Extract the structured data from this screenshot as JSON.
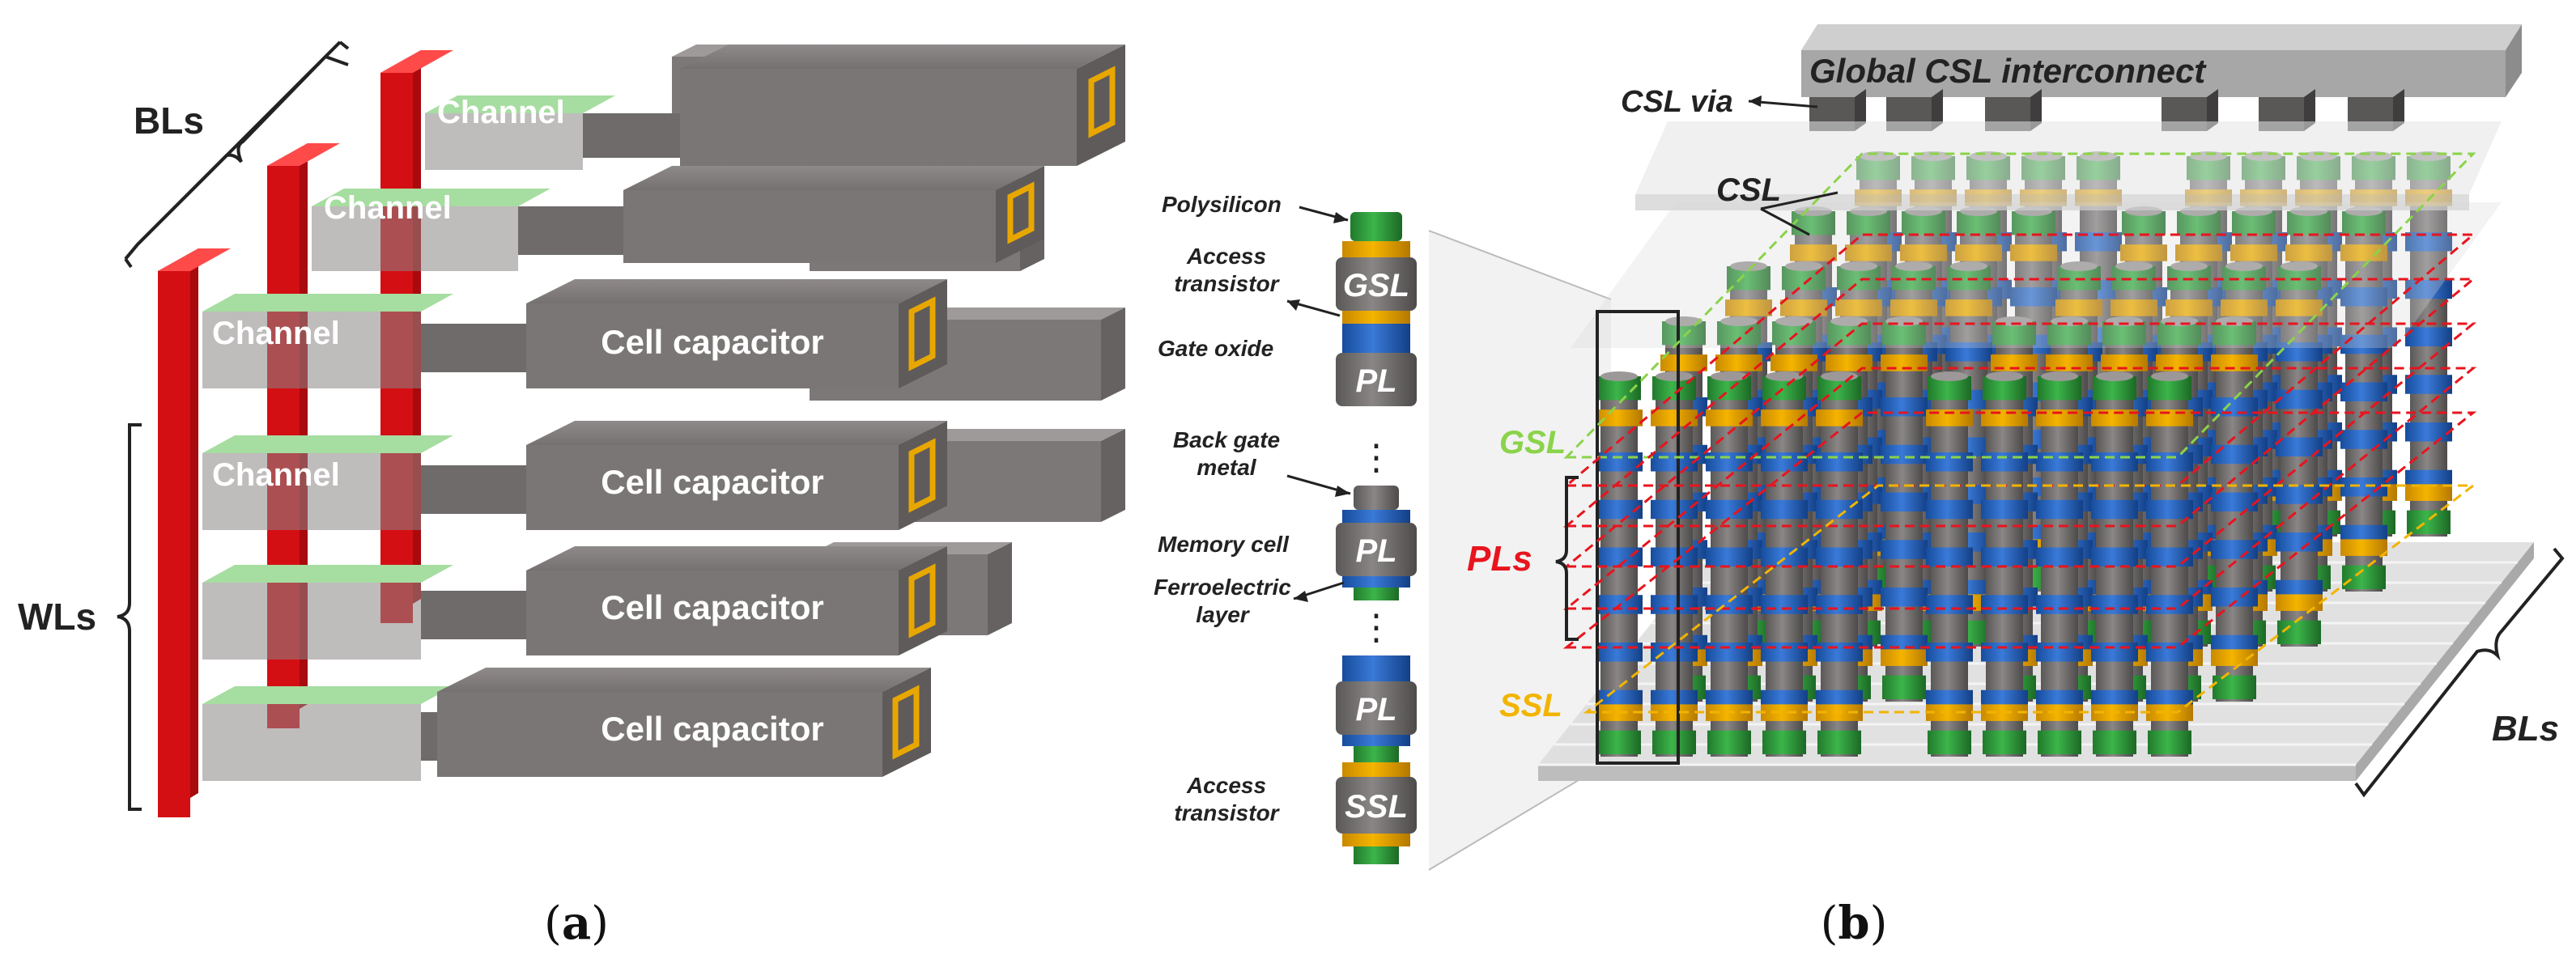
{
  "panel_a": {
    "bls_label": "BLs",
    "wls_label": "WLs",
    "channel_label": "Channel",
    "capacitor_label": "Cell capacitor",
    "caption": "(a)"
  },
  "stack": {
    "polysilicon": "Polysilicon",
    "access_transistor": "Access transistor",
    "gsl": "GSL",
    "gate_oxide": "Gate oxide",
    "pl": "PL",
    "back_gate_metal": "Back gate metal",
    "memory_cell": "Memory cell",
    "ferroelectric_layer": "Ferroelectric layer",
    "ssl": "SSL",
    "ellipsis": "⋮"
  },
  "panel_b": {
    "global_csl": "Global CSL interconnect",
    "csl_via": "CSL via",
    "csl": "CSL",
    "gsl": "GSL",
    "pls": "PLs",
    "ssl": "SSL",
    "bls": "BLs",
    "caption": "(b)"
  },
  "colors": {
    "wl_red": "#d40f14",
    "channel_green": "#a6dda0",
    "capacitor_gray": "#7b7676",
    "electrode_gold": "#e8a700",
    "pl_blue": "#1f5fbf",
    "poly_green": "#2e9b3a",
    "gsl_green": "#8bd34a",
    "pl_red": "#e8141e",
    "ssl_yellow": "#f2b400"
  }
}
